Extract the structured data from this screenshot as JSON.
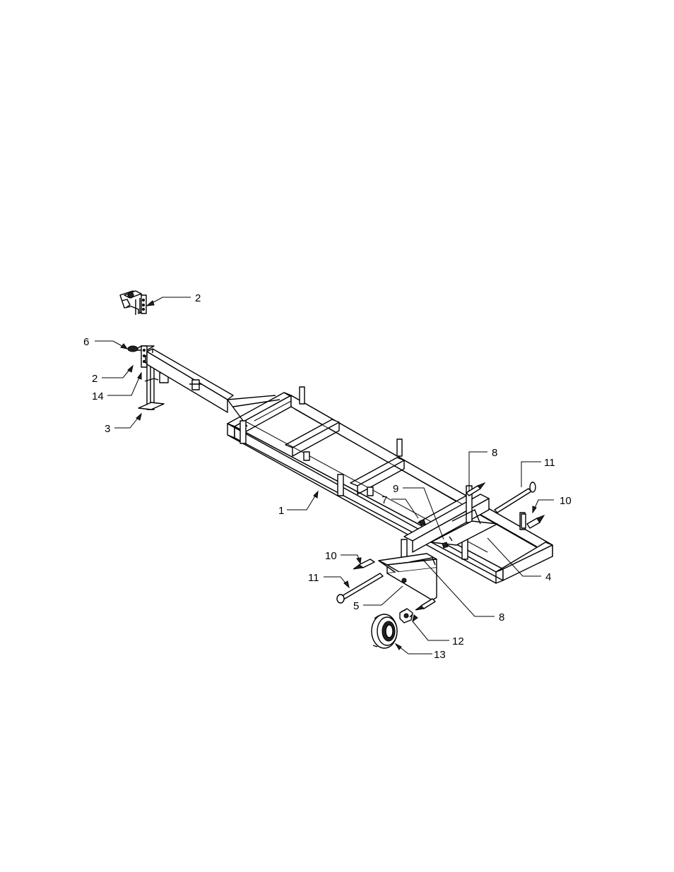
{
  "figure": {
    "callouts": [
      {
        "id": "c-2-top",
        "label": "2"
      },
      {
        "id": "c-6",
        "label": "6"
      },
      {
        "id": "c-2-left",
        "label": "2"
      },
      {
        "id": "c-14",
        "label": "14"
      },
      {
        "id": "c-3",
        "label": "3"
      },
      {
        "id": "c-8-top",
        "label": "8"
      },
      {
        "id": "c-11-top",
        "label": "11"
      },
      {
        "id": "c-10-right",
        "label": "10"
      },
      {
        "id": "c-9",
        "label": "9"
      },
      {
        "id": "c-7",
        "label": "7"
      },
      {
        "id": "c-1",
        "label": "1"
      },
      {
        "id": "c-10-left",
        "label": "10"
      },
      {
        "id": "c-11-left",
        "label": "11"
      },
      {
        "id": "c-4",
        "label": "4"
      },
      {
        "id": "c-5",
        "label": "5"
      },
      {
        "id": "c-8-bottom",
        "label": "8"
      },
      {
        "id": "c-12",
        "label": "12"
      },
      {
        "id": "c-13",
        "label": "13"
      }
    ]
  }
}
